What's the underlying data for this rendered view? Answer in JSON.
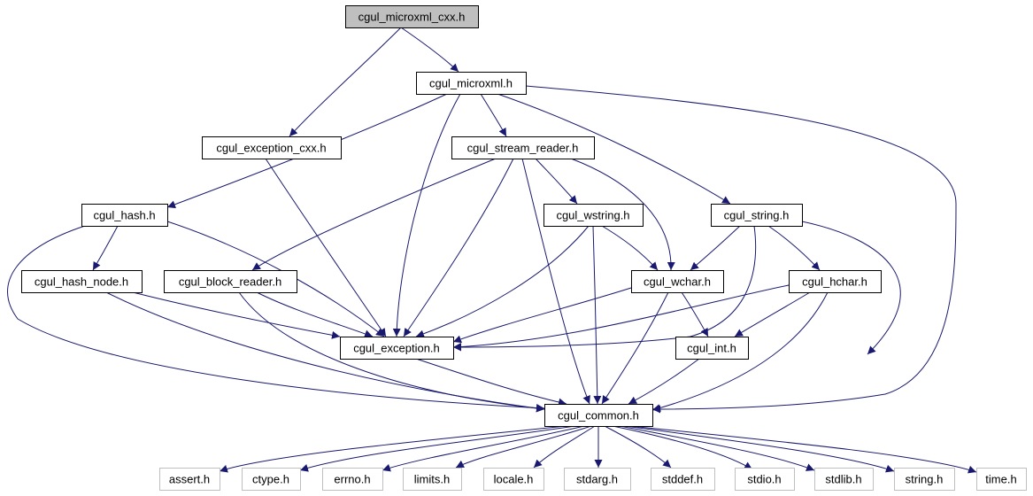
{
  "diagram": {
    "type": "include-dependency-graph",
    "nodes": [
      {
        "id": "cgul_microxml_cxx",
        "label": "cgul_microxml_cxx.h",
        "root": true
      },
      {
        "id": "cgul_microxml",
        "label": "cgul_microxml.h"
      },
      {
        "id": "cgul_exception_cxx",
        "label": "cgul_exception_cxx.h"
      },
      {
        "id": "cgul_stream_reader",
        "label": "cgul_stream_reader.h"
      },
      {
        "id": "cgul_hash",
        "label": "cgul_hash.h"
      },
      {
        "id": "cgul_wstring",
        "label": "cgul_wstring.h"
      },
      {
        "id": "cgul_string",
        "label": "cgul_string.h"
      },
      {
        "id": "cgul_hash_node",
        "label": "cgul_hash_node.h"
      },
      {
        "id": "cgul_block_reader",
        "label": "cgul_block_reader.h"
      },
      {
        "id": "cgul_wchar",
        "label": "cgul_wchar.h"
      },
      {
        "id": "cgul_hchar",
        "label": "cgul_hchar.h"
      },
      {
        "id": "cgul_exception",
        "label": "cgul_exception.h"
      },
      {
        "id": "cgul_int",
        "label": "cgul_int.h"
      },
      {
        "id": "cgul_common",
        "label": "cgul_common.h"
      },
      {
        "id": "assert",
        "label": "assert.h",
        "external": true
      },
      {
        "id": "ctype",
        "label": "ctype.h",
        "external": true
      },
      {
        "id": "errno",
        "label": "errno.h",
        "external": true
      },
      {
        "id": "limits",
        "label": "limits.h",
        "external": true
      },
      {
        "id": "locale",
        "label": "locale.h",
        "external": true
      },
      {
        "id": "stdarg",
        "label": "stdarg.h",
        "external": true
      },
      {
        "id": "stddef",
        "label": "stddef.h",
        "external": true
      },
      {
        "id": "stdio",
        "label": "stdio.h",
        "external": true
      },
      {
        "id": "stdlib",
        "label": "stdlib.h",
        "external": true
      },
      {
        "id": "string",
        "label": "string.h",
        "external": true
      },
      {
        "id": "time",
        "label": "time.h",
        "external": true
      }
    ],
    "edges": [
      [
        "cgul_microxml_cxx",
        "cgul_microxml"
      ],
      [
        "cgul_microxml_cxx",
        "cgul_exception_cxx"
      ],
      [
        "cgul_microxml",
        "cgul_hash"
      ],
      [
        "cgul_microxml",
        "cgul_exception"
      ],
      [
        "cgul_microxml",
        "cgul_stream_reader"
      ],
      [
        "cgul_microxml",
        "cgul_string"
      ],
      [
        "cgul_microxml",
        "cgul_common"
      ],
      [
        "cgul_exception_cxx",
        "cgul_exception"
      ],
      [
        "cgul_stream_reader",
        "cgul_block_reader"
      ],
      [
        "cgul_stream_reader",
        "cgul_exception"
      ],
      [
        "cgul_stream_reader",
        "cgul_common"
      ],
      [
        "cgul_stream_reader",
        "cgul_wstring"
      ],
      [
        "cgul_stream_reader",
        "cgul_wchar"
      ],
      [
        "cgul_hash",
        "cgul_hash_node"
      ],
      [
        "cgul_hash",
        "cgul_common"
      ],
      [
        "cgul_hash",
        "cgul_exception"
      ],
      [
        "cgul_wstring",
        "cgul_exception"
      ],
      [
        "cgul_wstring",
        "cgul_common"
      ],
      [
        "cgul_wstring",
        "cgul_wchar"
      ],
      [
        "cgul_string",
        "cgul_wchar"
      ],
      [
        "cgul_string",
        "cgul_exception"
      ],
      [
        "cgul_string",
        "cgul_hchar"
      ],
      [
        "cgul_string",
        "cgul_common"
      ],
      [
        "cgul_hash_node",
        "cgul_exception"
      ],
      [
        "cgul_hash_node",
        "cgul_common"
      ],
      [
        "cgul_block_reader",
        "cgul_exception"
      ],
      [
        "cgul_block_reader",
        "cgul_common"
      ],
      [
        "cgul_wchar",
        "cgul_exception"
      ],
      [
        "cgul_wchar",
        "cgul_int"
      ],
      [
        "cgul_wchar",
        "cgul_common"
      ],
      [
        "cgul_hchar",
        "cgul_exception"
      ],
      [
        "cgul_hchar",
        "cgul_int"
      ],
      [
        "cgul_hchar",
        "cgul_common"
      ],
      [
        "cgul_exception",
        "cgul_common"
      ],
      [
        "cgul_int",
        "cgul_common"
      ],
      [
        "cgul_common",
        "assert"
      ],
      [
        "cgul_common",
        "ctype"
      ],
      [
        "cgul_common",
        "errno"
      ],
      [
        "cgul_common",
        "limits"
      ],
      [
        "cgul_common",
        "locale"
      ],
      [
        "cgul_common",
        "stdarg"
      ],
      [
        "cgul_common",
        "stddef"
      ],
      [
        "cgul_common",
        "stdio"
      ],
      [
        "cgul_common",
        "stdlib"
      ],
      [
        "cgul_common",
        "string"
      ],
      [
        "cgul_common",
        "time"
      ]
    ],
    "colors": {
      "edge": "#191970",
      "root_fill": "#bfbfbf",
      "node_border": "#000000",
      "external_border": "#bfbfbf",
      "background": "#ffffff"
    }
  }
}
